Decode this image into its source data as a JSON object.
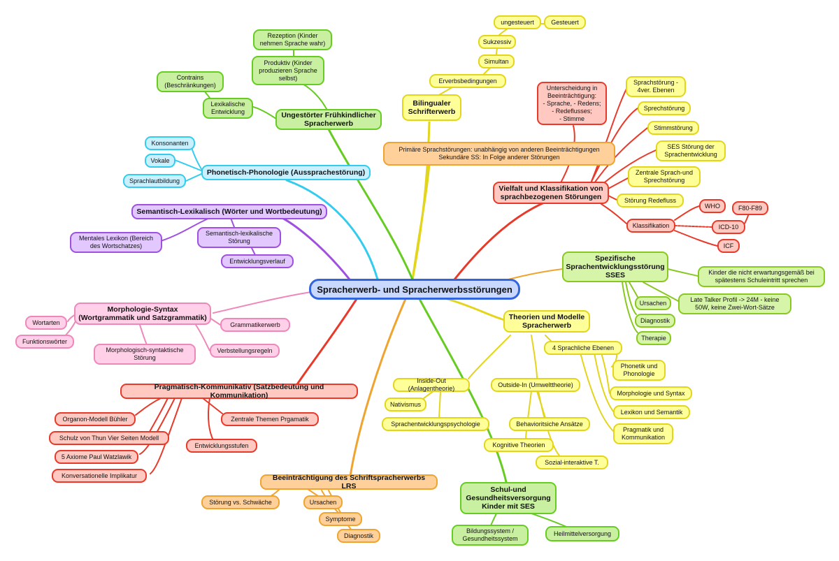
{
  "root": "Spracherwerb- und Spracherwerbsstörungen",
  "branches": {
    "bilingual": {
      "title": "Bilingualer Schrifterwerb",
      "erwerb": "Erverbsbedingungen",
      "simultan": "Simultan",
      "sukzessiv": "Sukzessiv",
      "ungesteuert": "ungesteuert",
      "gesteuert": "Gesteuert"
    },
    "primaer": "Primäre Sprachstörungen: unabhängig von anderen Beeinträchtigungen\nSekundäre SS: In Folge anderer Störungen",
    "fruehkindlich": {
      "title": "Ungestörter Frühkindlicher Spracherwerb",
      "rezeption": "Rezeption (Kinder nehmen Sprache wahr)",
      "produktiv": "Produktiv (Kinder produzieren Sprache selbst)",
      "contrains": "Contrains (Beschränkungen)",
      "lexikalisch": "Lexikalische Entwicklung"
    },
    "phonetisch": {
      "title": "Phonetisch-Phonologie (Aussprachestörung)",
      "konsonanten": "Konsonanten",
      "vokale": "Vokale",
      "sprachlaut": "Sprachlautbildung"
    },
    "semantisch": {
      "title": "Semantisch-Lexikalisch (Wörter und Wortbedeutung)",
      "lexikon": "Mentales Lexikon (Bereich des Wortschatzes)",
      "stoerung": "Semantisch-lexikalische Störung",
      "verlauf": "Entwicklungsverlauf"
    },
    "vielfalt": {
      "title": "Vielfalt und Klassifikation von sprachbezogenen Störungen",
      "unterscheidung": "Unterscheidung in Beeinträchtigung:\n- Sprache, - Redens;\n- Redeflusses;\n- Stimme",
      "sprachstoerung4": "Sprachstörung - 4ver. Ebenen",
      "sprechstoerung": "Sprechstörung",
      "stimmstoerung": "Stimmstörung",
      "ses": "SES Störung der Sprachentwicklung",
      "zentrale": "Zentrale Sprach-und Sprechstörung",
      "redefluss": "Störung Redefluss",
      "klassifikation": "Klassifikation",
      "who": "WHO",
      "f80": "F80-F89",
      "icd": "ICD-10",
      "icf": "ICF"
    },
    "sses": {
      "title": "Spezifische Sprachentwicklungsstörung SSES",
      "kinder": "Kinder die nicht erwartungsgemäß bei spätestens Schuleintritt sprechen",
      "talker": "Late Talker Profil -> 24M - keine 50W, keine Zwei-Wort-Sätze",
      "ursachen": "Ursachen",
      "diagnostik": "Diagnostik",
      "therapie": "Therapie"
    },
    "morphologie": {
      "title": "Morphologie-Syntax (Wortgrammatik und Satzgrammatik)",
      "wortarten": "Wortarten",
      "funktion": "Funktionswörter",
      "stoerung": "Morphologisch-syntaktische Störung",
      "grammatik": "Grammatikerwerb",
      "verbstellung": "Verbstellungsregeln"
    },
    "theorien": {
      "title": "Theorien und Modelle Spracherwerb",
      "ebenen": "4 Sprachliche Ebenen",
      "phonetik": "Phonetik und Phonologie",
      "morph": "Morphologie und Syntax",
      "lexikon": "Lexikon und Semantik",
      "pragmatik": "Pragmatik und Kommunikation",
      "inside": "Inside-Out (Anlagentheorie)",
      "outside": "Outside-In (Umwelttheorie)",
      "nativismus": "Nativismus",
      "psychologie": "Sprachentwicklungspsychologie",
      "behavior": "Behavioritsiche Ansätze",
      "kognitiv": "Kognitive Theorien",
      "sozial": "Sozial-interaktive T."
    },
    "pragmatisch": {
      "title": "Pragmatisch-Kommunikativ (Satzbedeutung und Kommunikation)",
      "organon": "Organon-Modell Bühler",
      "schulz": "Schulz von Thun Vier Seiten Modell",
      "axiome": "5 Axiome Paul Watzlawik",
      "implikatur": "Konversationelle Implikatur",
      "themen": "Zentrale Themen Prgamatik",
      "stufen": "Entwicklungsstufen"
    },
    "lrs": {
      "title": "Beeinträchtigung des Schriftspracherwerbs LRS",
      "schwaeche": "Störung vs. Schwäche",
      "ursachen": "Ursachen",
      "symptome": "Symptome",
      "diagnostik": "Diagnostik"
    },
    "schul": {
      "title": "Schul-und Gesundheitsversorgung Kinder mit SES",
      "bildung": "Bildungssystem / Gesundheitssystem",
      "heilmittel": "Heilmittelversorgung"
    }
  },
  "colors": {
    "yellow": "#e3d51c",
    "orange": "#f0a430",
    "red": "#e83a2a",
    "green": "#66cc22",
    "lightgreen": "#88c820",
    "cyan": "#33ccee",
    "purple": "#a050e0",
    "pink": "#ee88bb",
    "blue": "#3366dd"
  }
}
